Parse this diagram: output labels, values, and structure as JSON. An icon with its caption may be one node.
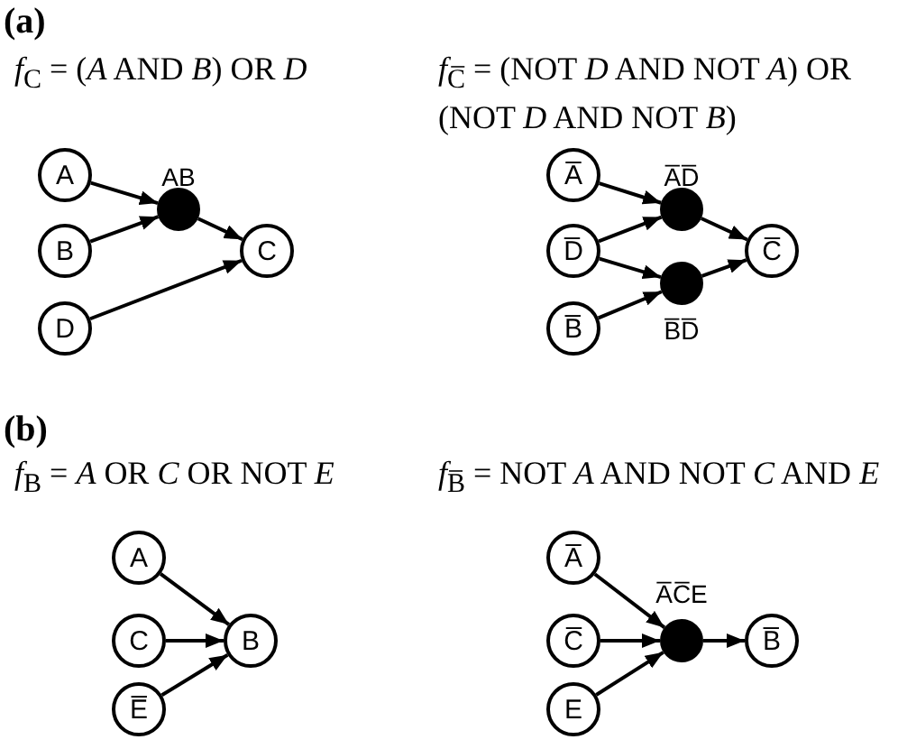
{
  "diagram": {
    "nodes": [
      {
        "text": [
          "A"
        ]
      },
      {
        "text": [],
        "shape": "circle",
        "beside": [
          "AB"
        ]
      },
      {
        "text": [
          "B"
        ]
      },
      {
        "text": [
          "C"
        ]
      },
      {
        "text": [
          "D"
        ]
      },
      {
        "text": [
          "A̅"
        ]
      },
      {
        "text": [],
        "shape": "circle",
        "beside": [
          "A̅D̅"
        ]
      },
      {
        "text": [
          "D̅"
        ]
      },
      {
        "text": [
          "C̅"
        ]
      },
      {
        "text": [],
        "shape": "circle",
        "beside": [
          "B̅D̅"
        ]
      },
      {
        "text": [
          "B̅"
        ]
      },
      {
        "text": [
          "A"
        ]
      },
      {
        "text": [
          "C"
        ]
      },
      {
        "text": [
          "B"
        ]
      },
      {
        "text": [
          "E̅"
        ]
      },
      {
        "text": [
          "A̅"
        ]
      },
      {
        "text": [],
        "shape": "circle",
        "beside": [
          "A̅C̅E"
        ]
      },
      {
        "text": [
          "C̅"
        ]
      },
      {
        "text": [
          "B̅"
        ]
      },
      {
        "text": [
          "E"
        ]
      }
    ],
    "edges": [
      {
        "from": 0,
        "to": 1,
        "arrow": "to"
      },
      {
        "from": 2,
        "to": 1,
        "arrow": "to"
      },
      {
        "from": 1,
        "to": 3,
        "arrow": "to"
      },
      {
        "from": 4,
        "to": 3,
        "arrow": "to"
      },
      {
        "from": 5,
        "to": 6,
        "arrow": "to"
      },
      {
        "from": 7,
        "to": 6,
        "arrow": "to"
      },
      {
        "from": 7,
        "to": 9,
        "arrow": "to"
      },
      {
        "from": 10,
        "to": 9,
        "arrow": "to"
      },
      {
        "from": 6,
        "to": 8,
        "arrow": "to"
      },
      {
        "from": 9,
        "to": 8,
        "arrow": "to"
      },
      {
        "from": 11,
        "to": 13,
        "arrow": "to"
      },
      {
        "from": 12,
        "to": 13,
        "arrow": "to"
      },
      {
        "from": 14,
        "to": 13,
        "arrow": "to"
      },
      {
        "from": 15,
        "to": 16,
        "arrow": "to"
      },
      {
        "from": 17,
        "to": 16,
        "arrow": "to"
      },
      {
        "from": 19,
        "to": 16,
        "arrow": "to"
      },
      {
        "from": 16,
        "to": 18,
        "arrow": "to"
      }
    ],
    "labels": [
      "(a)",
      "*f*$_{C}$ = (*A* AND *B*) OR *D*",
      "*f*$_{C̅}$ = (NOT *D* AND NOT *A*) OR (NOT *D* AND NOT *B*)",
      "(b)",
      "*f*$_{B}$ = *A* OR *C* OR NOT *E*",
      "*f*$_{B̅}$ = NOT *A* AND NOT *C* AND *E*"
    ]
  }
}
